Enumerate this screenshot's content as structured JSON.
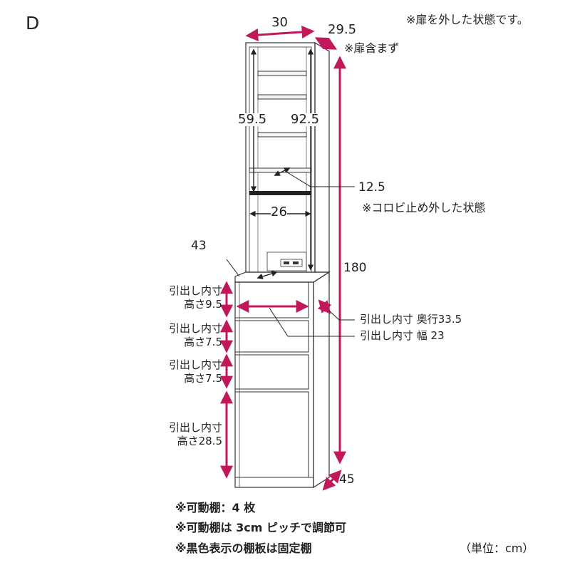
{
  "variant_label": "D",
  "header_note": "※扉を外した状態です。",
  "dimensions": {
    "width": "30",
    "depth_top": "29.5",
    "depth_top_note": "※扉含まず",
    "inner_height_a": "59.5",
    "inner_height_b": "92.5",
    "shelf_depth": "12.5",
    "shelf_note": "※コロビ止め外した状態",
    "inner_width": "26",
    "counter_depth": "43",
    "total_height": "180",
    "base_depth": "45"
  },
  "drawers": [
    {
      "line1": "引出し内寸",
      "line2": "高さ9.5"
    },
    {
      "line1": "引出し内寸",
      "line2": "高さ7.5"
    },
    {
      "line1": "引出し内寸",
      "line2": "高さ7.5"
    },
    {
      "line1": "引出し内寸",
      "line2": "高さ28.5"
    }
  ],
  "drawer_inner": {
    "depth": "引出し内寸 奥行33.5",
    "width": "引出し内寸 幅 23"
  },
  "notes": [
    "※可動棚：4 枚",
    "※可動棚は 3cm ピッチで調節可",
    "※黒色表示の棚板は固定棚"
  ],
  "unit_note": "（単位：cm）",
  "colors": {
    "dimension_line": "#c2185b",
    "outline": "#333333",
    "fixed_shelf": "#222222"
  }
}
